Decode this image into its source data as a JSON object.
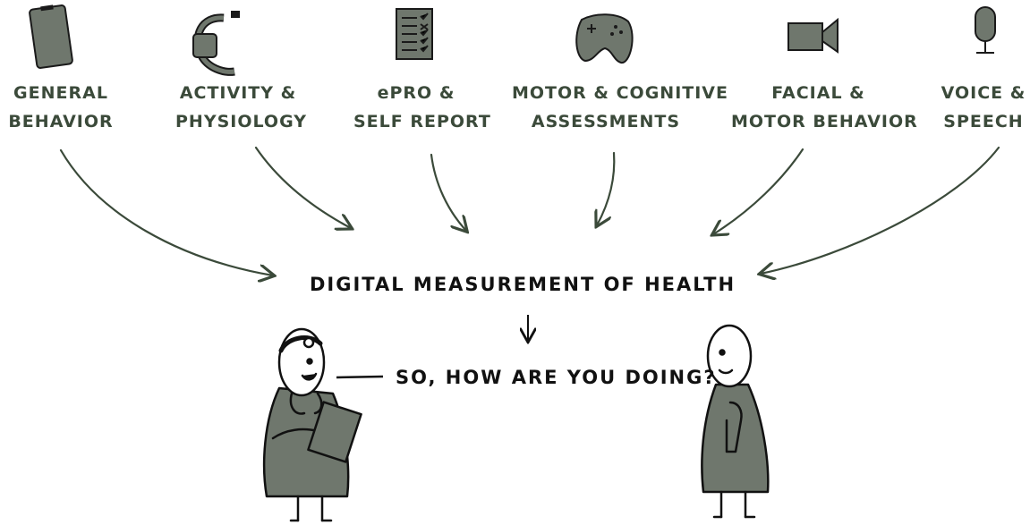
{
  "sources": [
    {
      "line1": "GENERAL",
      "line2": "BEHAVIOR",
      "icon": "tablet-icon"
    },
    {
      "line1": "ACTIVITY &",
      "line2": "PHYSIOLOGY",
      "icon": "smartwatch-icon"
    },
    {
      "line1": "ePRO &",
      "line2": "SELF REPORT",
      "icon": "checklist-icon"
    },
    {
      "line1": "MOTOR & COGNITIVE",
      "line2": "ASSESSMENTS",
      "icon": "gamepad-icon"
    },
    {
      "line1": "FACIAL &",
      "line2": "MOTOR BEHAVIOR",
      "icon": "video-camera-icon"
    },
    {
      "line1": "VOICE &",
      "line2": "SPEECH",
      "icon": "microphone-icon"
    }
  ],
  "center": {
    "title": "DIGITAL MEASUREMENT OF HEALTH"
  },
  "dialogue": {
    "question": "SO, HOW ARE YOU DOING?"
  },
  "colors": {
    "ink": "#3b4a3a",
    "fill": "#6f776d",
    "line": "#111111"
  }
}
